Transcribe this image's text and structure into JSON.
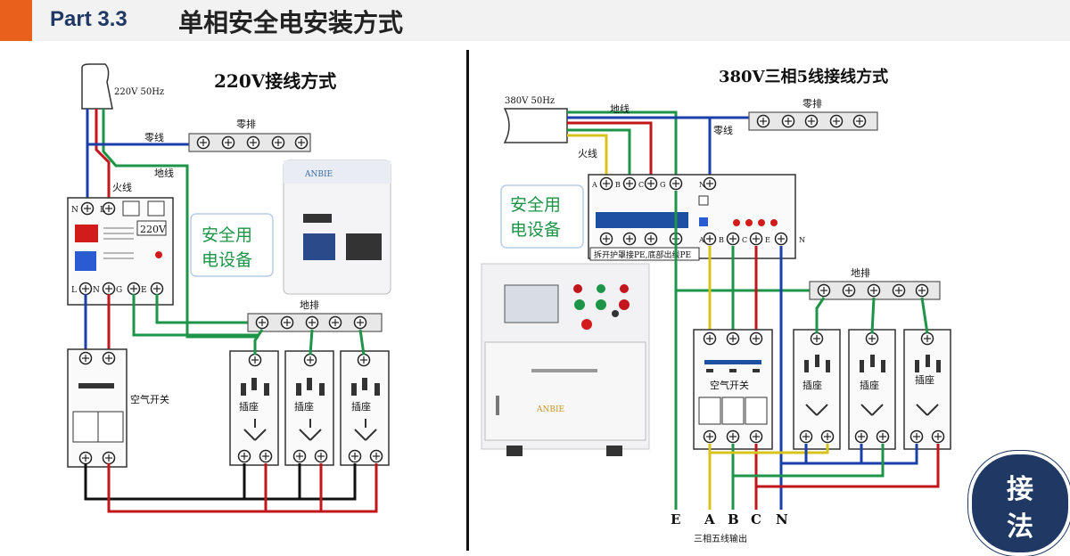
{
  "header": {
    "part": "Part 3.3",
    "title": "单相安全电安装方式"
  },
  "left": {
    "title": "220V接线方式",
    "source": "220V 50Hz",
    "neutral_label": "零线",
    "neutral_bus": "零排",
    "ground_label": "地线",
    "live_label": "火线",
    "ground_bus": "地排",
    "breaker": "空气开关",
    "socket": "插座",
    "device": "安全用\n电设备",
    "display_v": "220V",
    "term_top": [
      "N",
      "L"
    ],
    "term_bottom": [
      "L",
      "N",
      "G",
      "E"
    ]
  },
  "right": {
    "title": "380V三相5线接线方式",
    "source": "380V 50Hz",
    "ground_label": "地线",
    "neutral_label": "零线",
    "live_label": "火线",
    "neutral_bus": "零排",
    "ground_bus": "地排",
    "breaker": "空气开关",
    "socket": "插座",
    "device": "安全用\n电设备",
    "device_note": "拆开护罩接PE,底部出线PE",
    "term_top": [
      "A",
      "B",
      "C",
      "G",
      "N"
    ],
    "term_bottom": [
      "A",
      "B",
      "C",
      "E",
      "N"
    ],
    "outputs": [
      "E",
      "A",
      "B",
      "C",
      "N"
    ],
    "output_caption": "三相五线输出"
  },
  "badge": {
    "line1": "接",
    "line2": "法"
  },
  "colors": {
    "blue": "#1b3fa8",
    "red": "#c0161c",
    "green": "#1e9448",
    "yellow": "#d8c31c",
    "black": "#111111",
    "accent": "#e8601c"
  }
}
